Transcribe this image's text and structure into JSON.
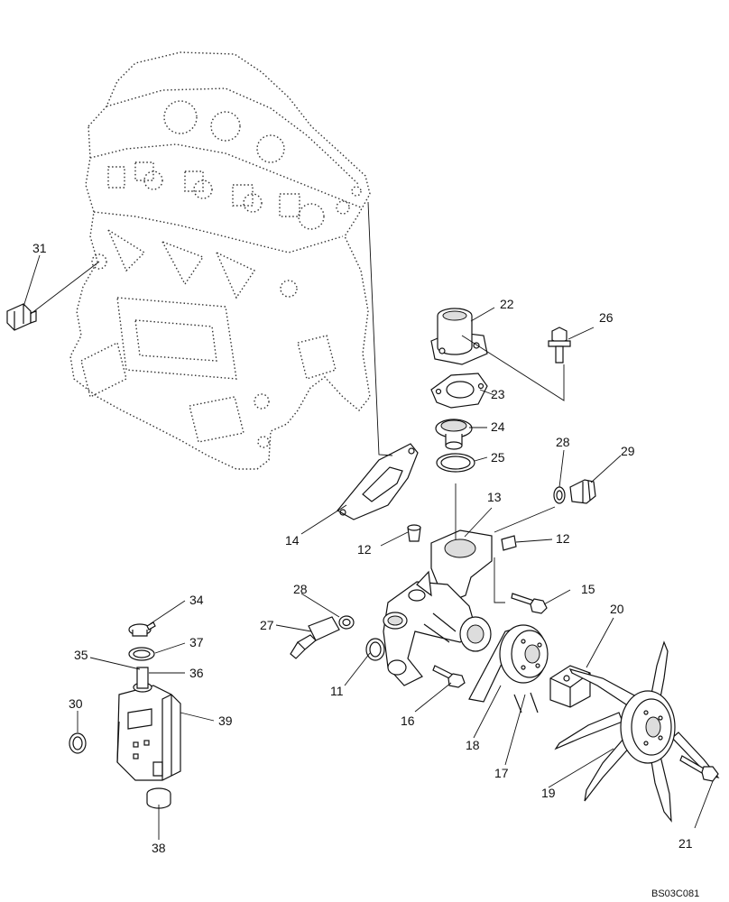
{
  "diagram_code": "BS03C081",
  "callouts": [
    "11",
    "12",
    "13",
    "14",
    "15",
    "16",
    "17",
    "18",
    "19",
    "20",
    "21",
    "22",
    "23",
    "24",
    "25",
    "26",
    "27",
    "28",
    "29",
    "30",
    "31",
    "34",
    "35",
    "36",
    "37",
    "38",
    "39"
  ],
  "icons": {
    "engine_block": "engine-block-outline",
    "water_pump": "water-pump-body",
    "fan": "cooling-fan",
    "reservoir": "coolant-reservoir"
  },
  "colors": {
    "line": "#111111",
    "background": "#ffffff"
  }
}
